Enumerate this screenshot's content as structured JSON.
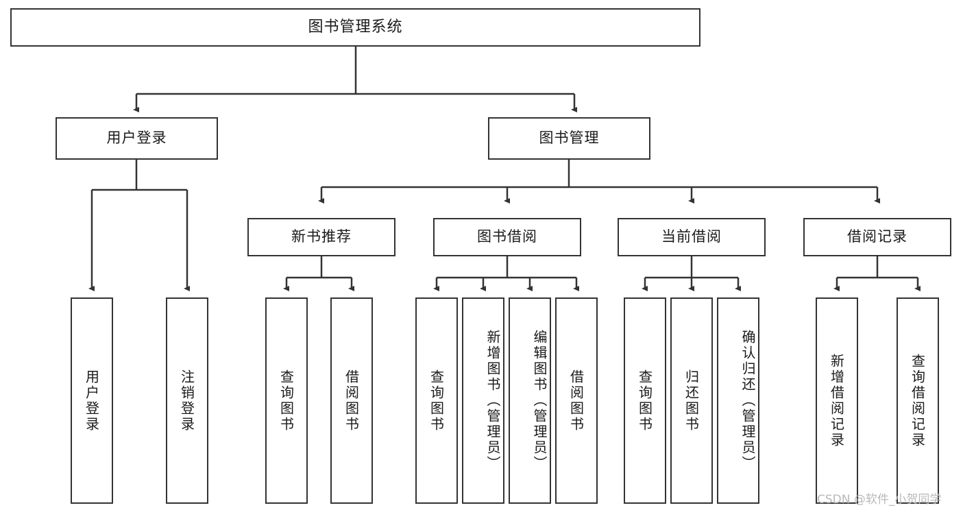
{
  "diagram": {
    "type": "hierarchy-tree",
    "title": "图书管理系统",
    "root": {
      "label": "图书管理系统"
    },
    "level1": [
      {
        "label": "用户登录"
      },
      {
        "label": "图书管理"
      }
    ],
    "level2": [
      {
        "label": "新书推荐"
      },
      {
        "label": "图书借阅"
      },
      {
        "label": "当前借阅"
      },
      {
        "label": "借阅记录"
      }
    ],
    "leaves": {
      "user_login": [
        {
          "label": "用户登录"
        },
        {
          "label": "注销登录"
        }
      ],
      "new_book_recommend": [
        {
          "label": "查询图书"
        },
        {
          "label": "借阅图书"
        }
      ],
      "book_borrow": [
        {
          "label": "查询图书"
        },
        {
          "label": "新增图书（管理员）"
        },
        {
          "label": "编辑图书（管理员）"
        },
        {
          "label": "借阅图书"
        }
      ],
      "current_borrow": [
        {
          "label": "查询图书"
        },
        {
          "label": "归还图书"
        },
        {
          "label": "确认归还（管理员）"
        }
      ],
      "borrow_record": [
        {
          "label": "新增借阅记录"
        },
        {
          "label": "查询借阅记录"
        }
      ]
    }
  },
  "watermark": {
    "text": "CSDN @软件_小贺同学"
  },
  "colors": {
    "border": "#333333",
    "text": "#1a1a1a",
    "background": "#ffffff",
    "watermark": "#b8b8b8"
  }
}
